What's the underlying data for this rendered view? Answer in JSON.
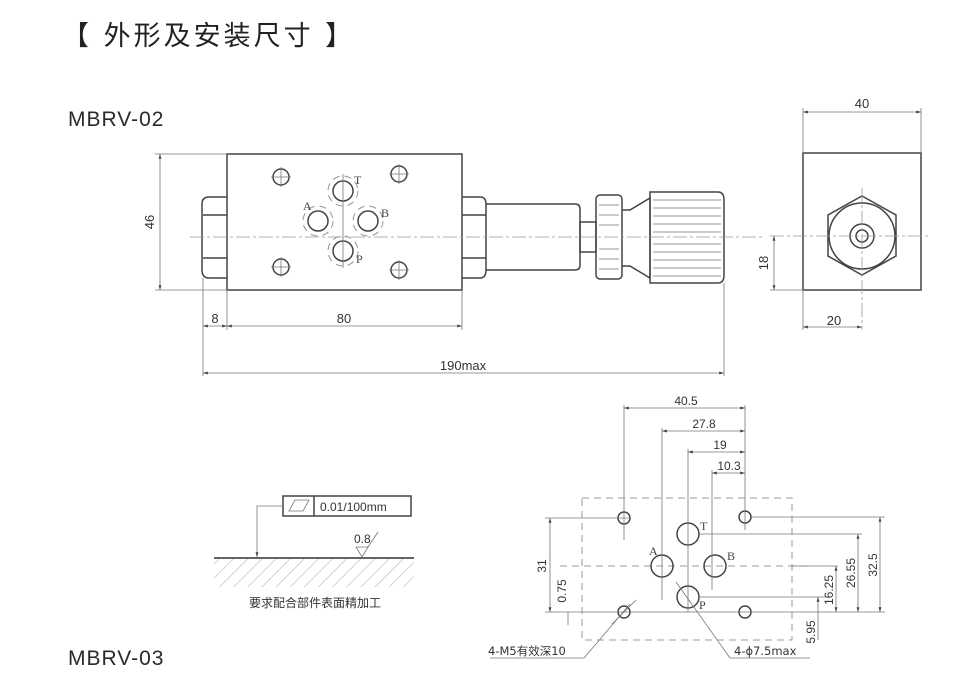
{
  "page": {
    "title": "【 外形及安装尺寸 】",
    "models": [
      "MBRV-02",
      "MBRV-03"
    ]
  },
  "front_view": {
    "port_labels": {
      "A": "A",
      "B": "B",
      "T": "T",
      "P": "P"
    },
    "dims": {
      "height": "46",
      "nut": "8",
      "body": "80",
      "overall": "190max"
    }
  },
  "side_view": {
    "dims": {
      "width": "40",
      "height_center": "18",
      "width_center": "20"
    }
  },
  "surface_spec": {
    "flatness_value": "0.01/100mm",
    "roughness": "0.8",
    "note": "要求配合部件表面精加工"
  },
  "mounting_pattern": {
    "port_labels": {
      "A": "A",
      "B": "B",
      "T": "T",
      "P": "P"
    },
    "horizontal_dims": [
      "40.5",
      "27.8",
      "19",
      "10.3"
    ],
    "vertical_dims": [
      "31",
      "0.75",
      "16.25",
      "26.55",
      "32.5",
      "5.95"
    ],
    "callouts": {
      "threads": "4-M5有效深10",
      "ports": "4-ϕ7.5max"
    }
  }
}
